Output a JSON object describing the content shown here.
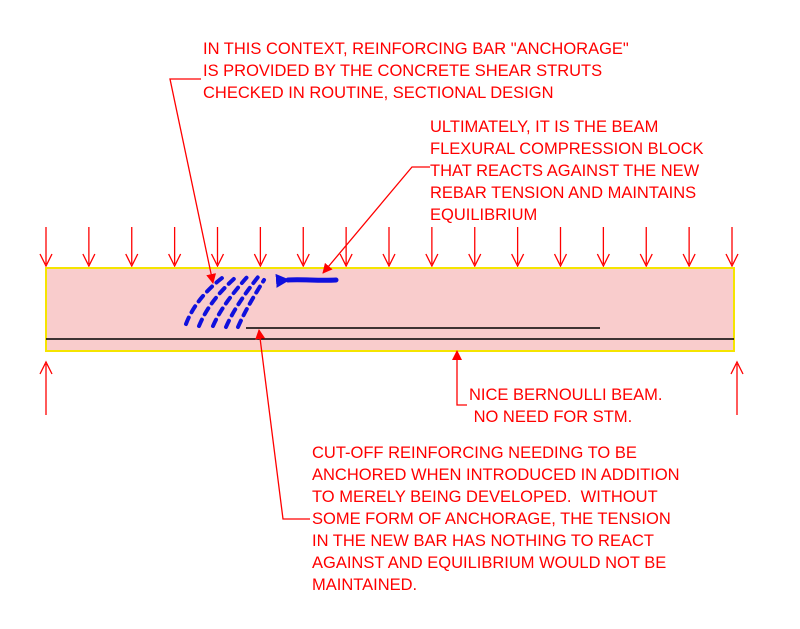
{
  "colors": {
    "annotation": "#ff0000",
    "beam_fill": "#f9cccc",
    "beam_border": "#f5e400",
    "rebar": "#000000",
    "strut": "#1010dd"
  },
  "annotations": {
    "anchorage": "IN THIS CONTEXT, REINFORCING BAR \"ANCHORAGE\"\nIS PROVIDED BY THE CONCRETE SHEAR STRUTS\nCHECKED IN ROUTINE, SECTIONAL DESIGN",
    "compression": "ULTIMATELY, IT IS THE BEAM\nFLEXURAL COMPRESSION BLOCK\nTHAT REACTS AGAINST THE NEW\nREBAR TENSION AND MAINTAINS\nEQUILIBRIUM",
    "bernoulli": "NICE BERNOULLI BEAM.\n NO NEED FOR STM.",
    "cutoff": "CUT-OFF REINFORCING NEEDING TO BE\nANCHORED WHEN INTRODUCED IN ADDITION\nTO MERELY BEING DEVELOPED.  WITHOUT\nSOME FORM OF ANCHORAGE, THE TENSION\nIN THE NEW BAR HAS NOTHING TO REACT\nAGAINST AND EQUILIBRIUM WOULD NOT BE\nMAINTAINED."
  },
  "icons": {
    "load_arrow": "down-arrow-icon",
    "support_arrow": "up-arrow-icon"
  },
  "diagram": {
    "top_load_arrow_count": 17,
    "support_arrow_count": 2,
    "strut_count": 5
  }
}
